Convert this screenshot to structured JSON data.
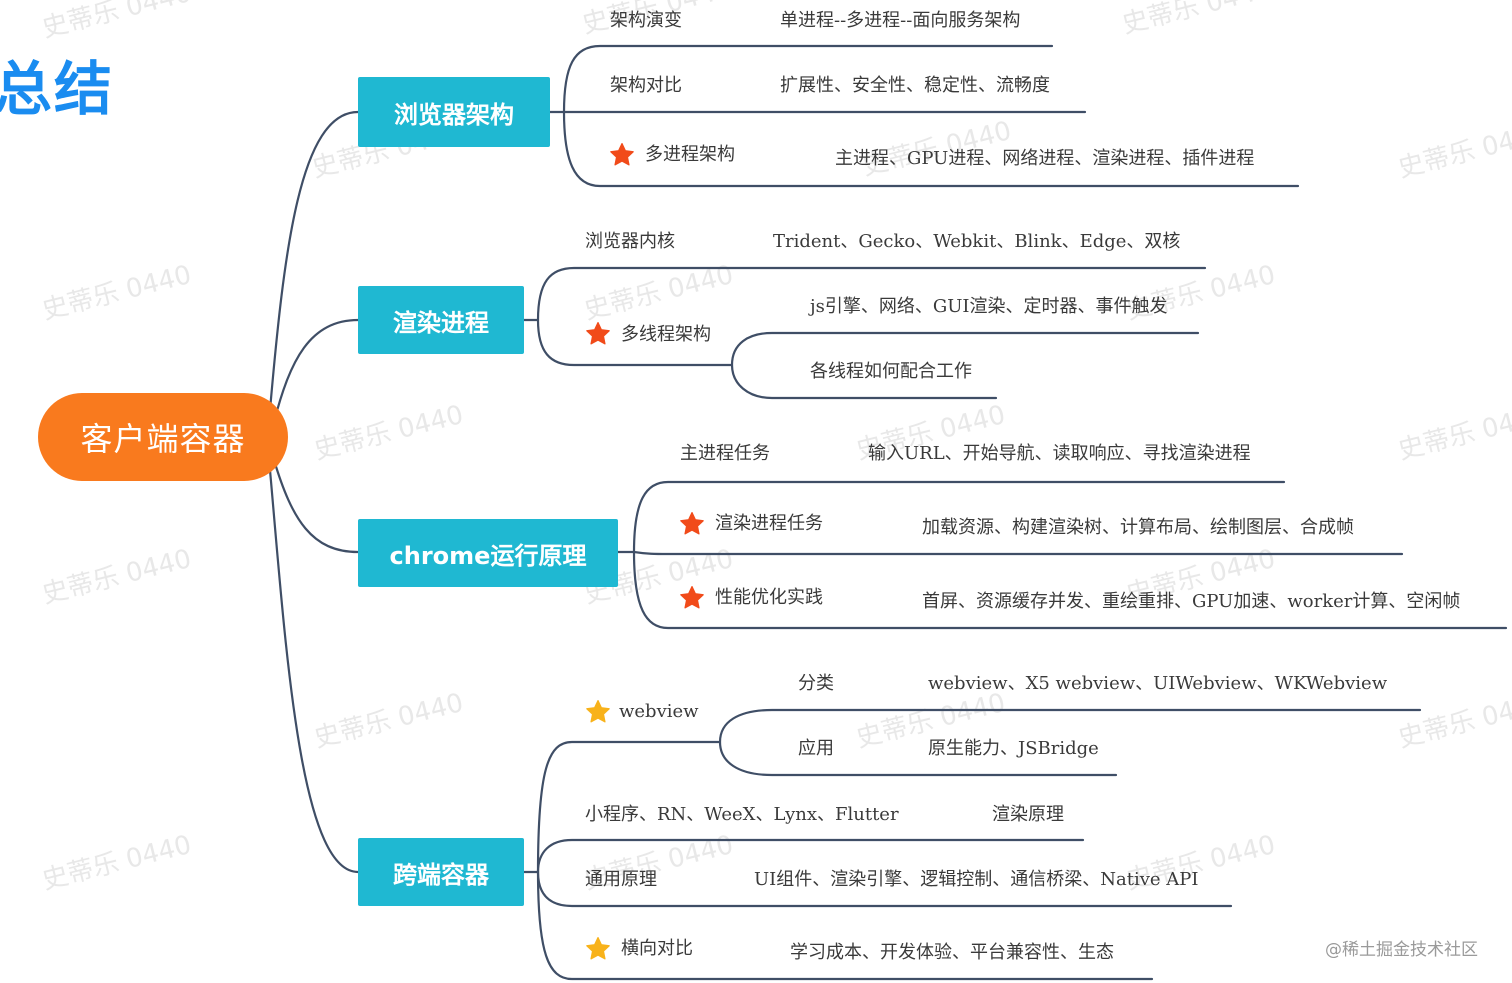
{
  "title": "总结",
  "watermark": "史蒂乐 0440",
  "credit": "@稀土掘金技术社区",
  "colors": {
    "root": "#f97a1e",
    "category": "#1fb8d2",
    "line": "#3f4e66",
    "star_red": "#f14b1a",
    "star_gold": "#f8b21a",
    "title": "#1a8cf0"
  },
  "root": "客户端容器",
  "categories": [
    {
      "label": "浏览器架构",
      "items": [
        {
          "label": "架构演变",
          "detail": "单进程--多进程--面向服务架构"
        },
        {
          "label": "架构对比",
          "detail": "扩展性、安全性、稳定性、流畅度"
        },
        {
          "label": "多进程架构",
          "icon": "star-red-icon",
          "detail": "主进程、GPU进程、网络进程、渲染进程、插件进程"
        }
      ]
    },
    {
      "label": "渲染进程",
      "items": [
        {
          "label": "浏览器内核",
          "detail": "Trident、Gecko、Webkit、Blink、Edge、双核"
        },
        {
          "label": "多线程架构",
          "icon": "star-red-icon",
          "children": [
            {
              "label": "js引擎、网络、GUI渲染、定时器、事件触发"
            },
            {
              "label": "各线程如何配合工作"
            }
          ]
        }
      ]
    },
    {
      "label": "chrome运行原理",
      "items": [
        {
          "label": "主进程任务",
          "detail": "输入URL、开始导航、读取响应、寻找渲染进程"
        },
        {
          "label": "渲染进程任务",
          "icon": "star-red-icon",
          "detail": "加载资源、构建渲染树、计算布局、绘制图层、合成帧"
        },
        {
          "label": "性能优化实践",
          "icon": "star-red-icon",
          "detail": "首屏、资源缓存并发、重绘重排、GPU加速、worker计算、空闲帧"
        }
      ]
    },
    {
      "label": "跨端容器",
      "items": [
        {
          "label": "webview",
          "icon": "star-gold-icon",
          "children": [
            {
              "label": "分类",
              "detail": "webview、X5 webview、UIWebview、WKWebview"
            },
            {
              "label": "应用",
              "detail": "原生能力、JSBridge"
            }
          ]
        },
        {
          "label": "小程序、RN、WeeX、Lynx、Flutter",
          "detail": "渲染原理"
        },
        {
          "label": "通用原理",
          "detail": "UI组件、渲染引擎、逻辑控制、通信桥梁、Native API"
        },
        {
          "label": "横向对比",
          "icon": "star-gold-icon",
          "detail": "学习成本、开发体验、平台兼容性、生态"
        }
      ]
    }
  ]
}
